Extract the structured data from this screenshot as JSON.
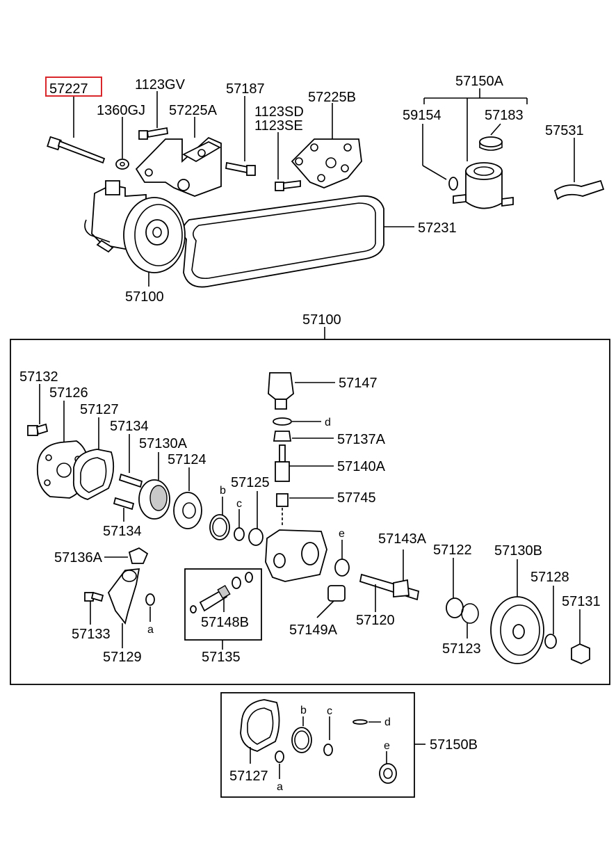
{
  "labels": {
    "p57227": "57227",
    "p1123GV": "1123GV",
    "p1360GJ": "1360GJ",
    "p57225A": "57225A",
    "p57187": "57187",
    "p1123SD": "1123SD",
    "p1123SE": "1123SE",
    "p57225B": "57225B",
    "p57150A": "57150A",
    "p59154": "59154",
    "p57183": "57183",
    "p57531": "57531",
    "p57231": "57231",
    "p57100_top": "57100",
    "p57100_box": "57100",
    "p57132": "57132",
    "p57126": "57126",
    "p57127": "57127",
    "p57134_top": "57134",
    "p57130A": "57130A",
    "p57124": "57124",
    "p57125": "57125",
    "p57147": "57147",
    "p57137A": "57137A",
    "p57140A": "57140A",
    "p57745": "57745",
    "p57134_bot": "57134",
    "p57136A": "57136A",
    "p57133": "57133",
    "p57129": "57129",
    "p57148B": "57148B",
    "p57135": "57135",
    "p57149A": "57149A",
    "p57120": "57120",
    "p57143A": "57143A",
    "p57122": "57122",
    "p57123": "57123",
    "p57130B": "57130B",
    "p57128": "57128",
    "p57131": "57131",
    "p57127_kit": "57127",
    "p57150B": "57150B",
    "ref_b1": "b",
    "ref_c1": "c",
    "ref_d1": "d",
    "ref_e1": "e",
    "ref_a1": "a",
    "ref_b2": "b",
    "ref_c2": "c",
    "ref_d2": "d",
    "ref_e2": "e",
    "ref_a2": "a"
  },
  "highlight_color": "#d9262b"
}
